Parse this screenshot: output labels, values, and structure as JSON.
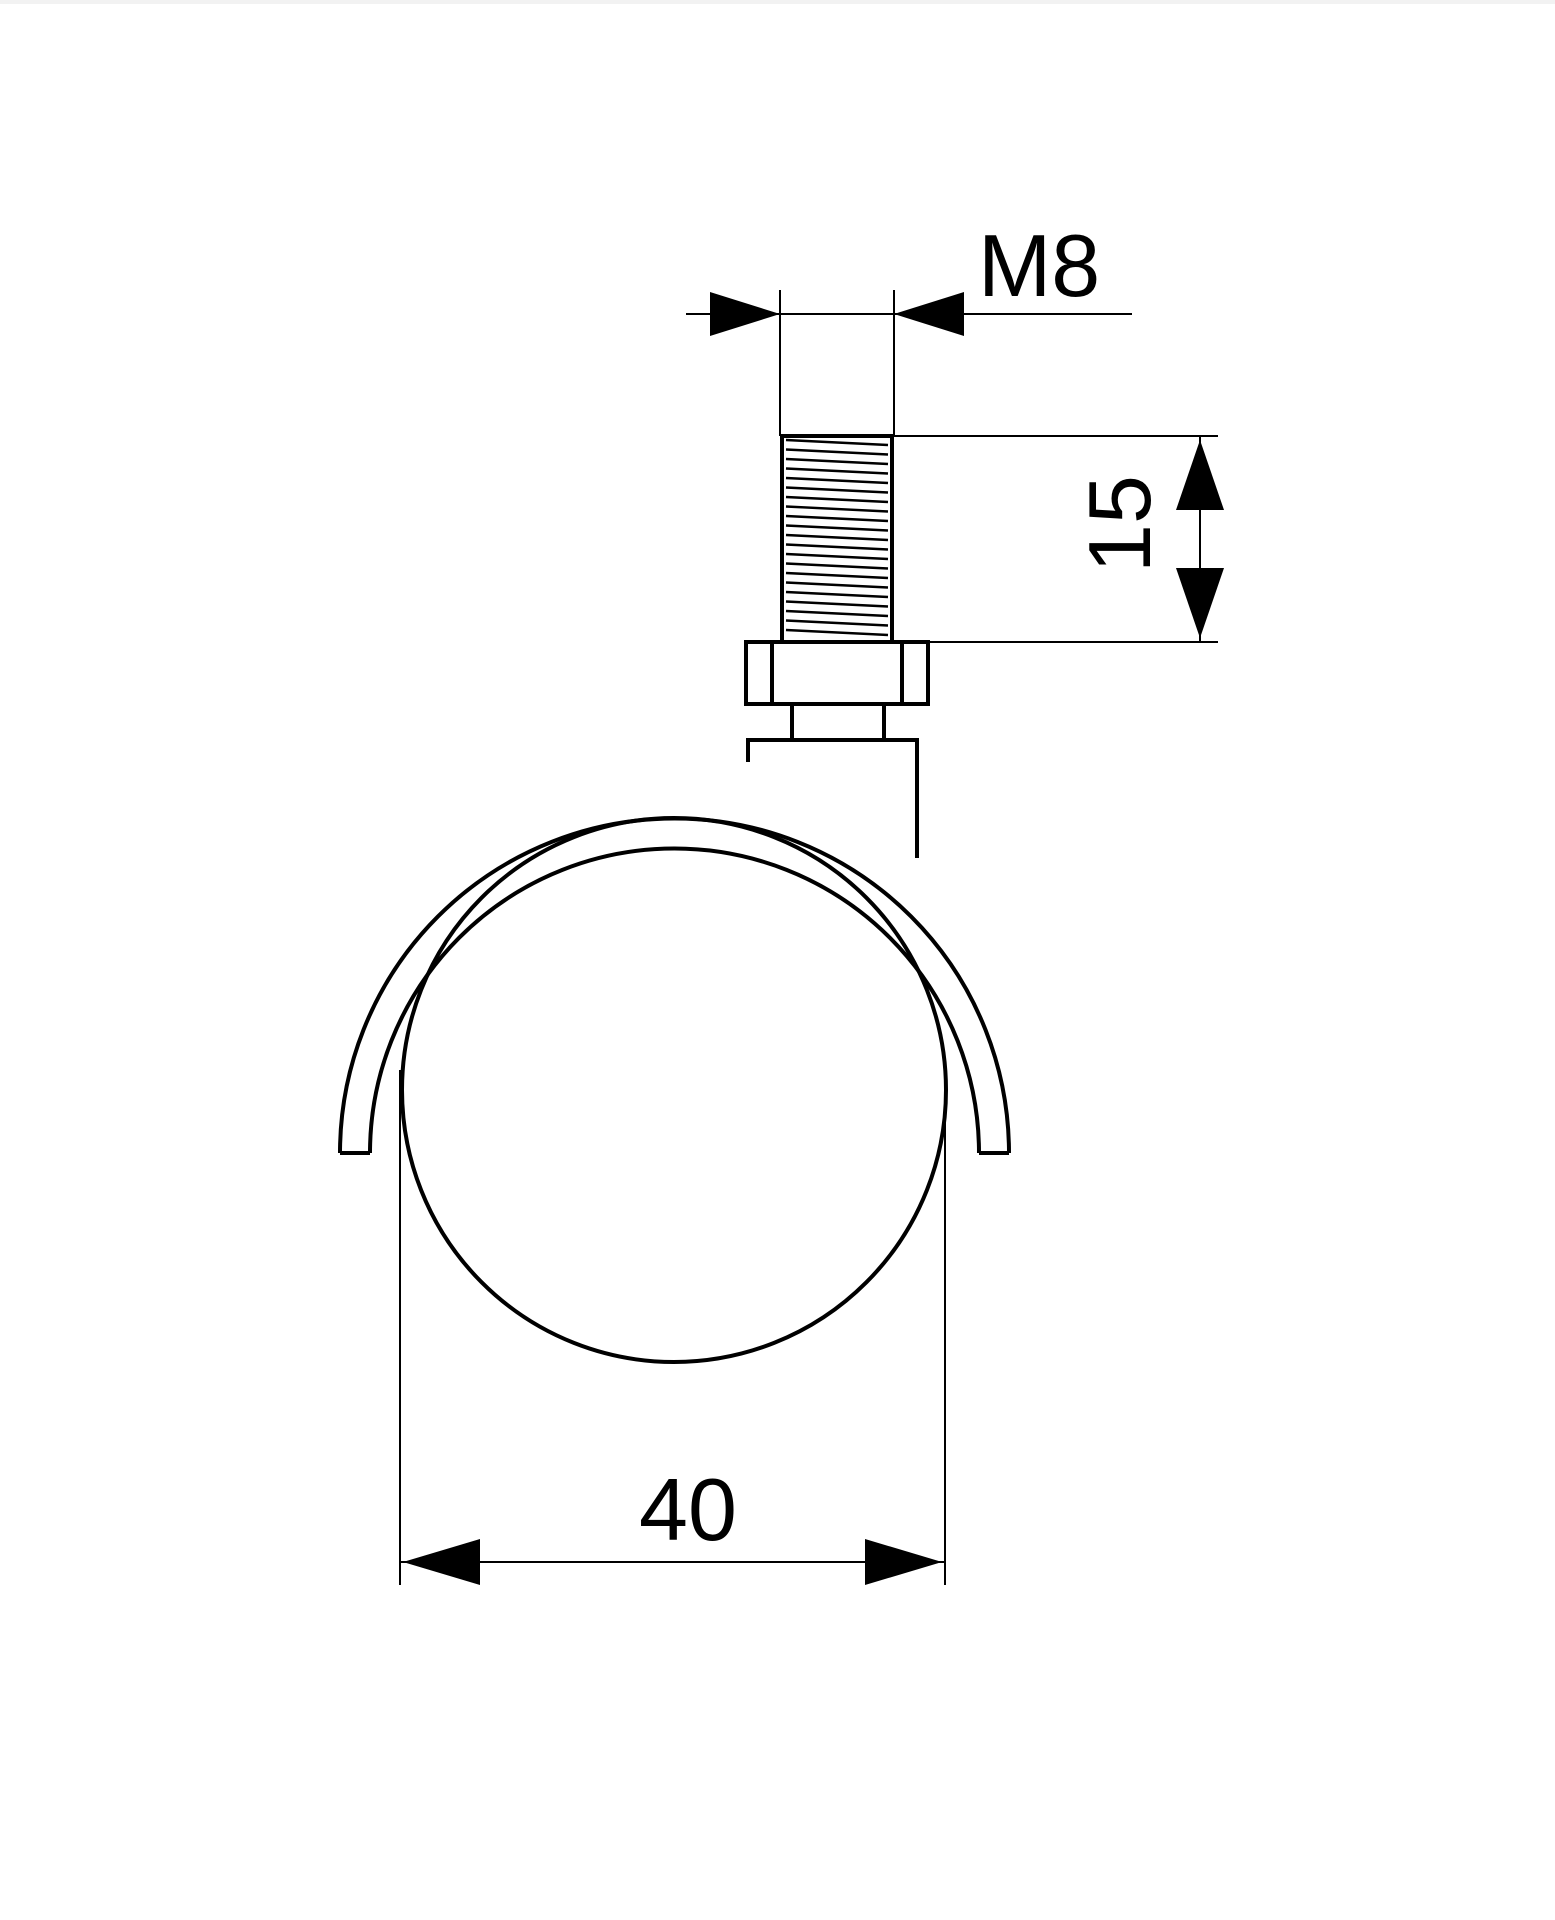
{
  "drawing": {
    "dimensions": {
      "thread_label": "M8",
      "thread_length_label": "15",
      "wheel_diameter_label": "40"
    },
    "colors": {
      "line": "#000000",
      "background": "#ffffff"
    }
  }
}
